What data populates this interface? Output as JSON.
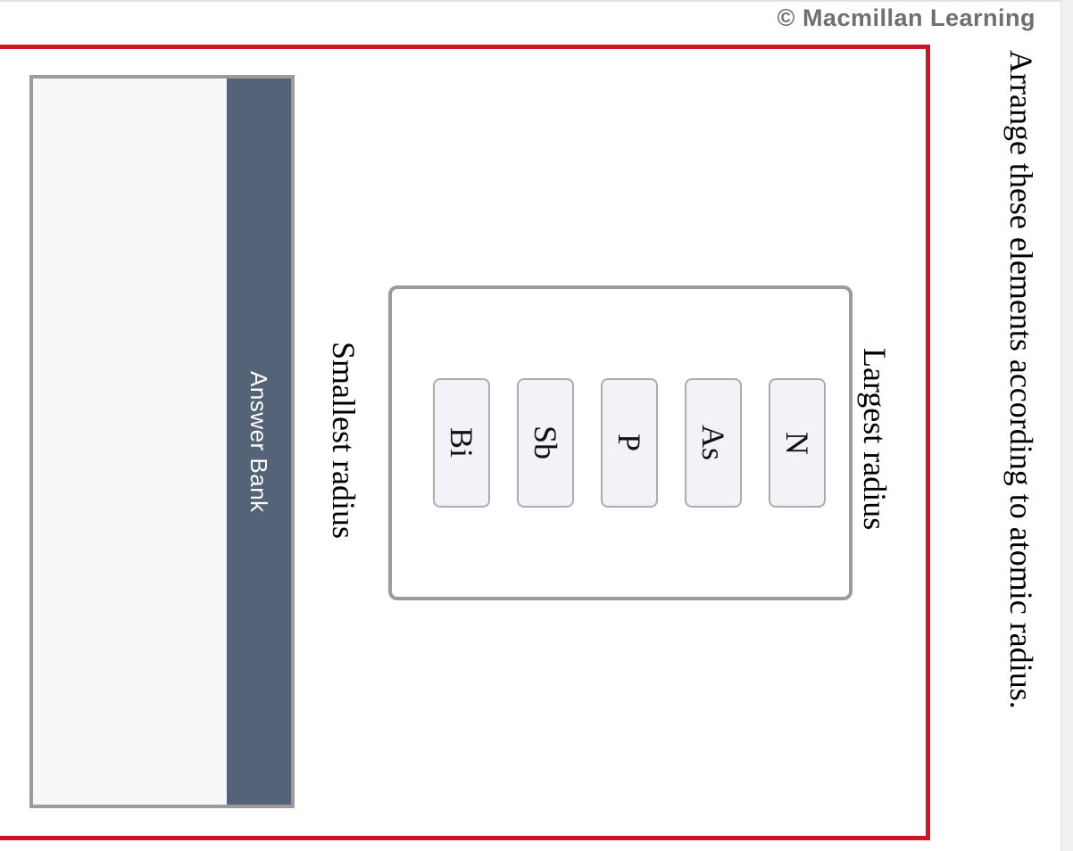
{
  "page": {
    "copyright": "© Macmillan Learning",
    "question": "Arrange these elements according to atomic radius."
  },
  "answer_bank": {
    "label": "Answer Bank"
  },
  "ranking": {
    "smallest_label": "Smallest radius",
    "largest_label": "Largest radius",
    "items": [
      "Bi",
      "Sb",
      "P",
      "As",
      "N"
    ]
  },
  "colors": {
    "highlight_red": "#cb1628",
    "answer_bank_strip_blue": "#546377",
    "panel_border_gray": "#9b9b9b",
    "panel_bg": "#f7f7f8",
    "tile_bg": "#f2f3f6",
    "tile_border": "#a9acb0",
    "copyright_gray": "#6f6f6f",
    "scroll_track": "#f0f0f1"
  }
}
